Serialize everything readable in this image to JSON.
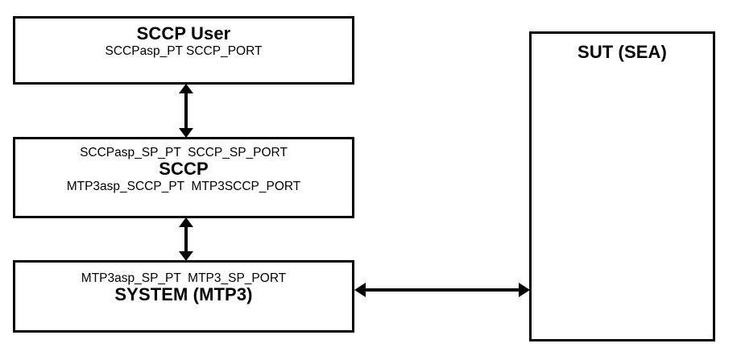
{
  "diagram": {
    "kind": "block-diagram",
    "background_color": "#ffffff",
    "line_color": "#000000",
    "boxes": {
      "sccp_user": {
        "title": "SCCP User",
        "ports_line": "SCCPasp_PT SCCP_PORT"
      },
      "sccp": {
        "title": "SCCP",
        "upper_ports_line": "SCCPasp_SP_PT  SCCP_SP_PORT",
        "lower_ports_line": "MTP3asp_SCCP_PT  MTP3SCCP_PORT"
      },
      "system": {
        "ports_line": "MTP3asp_SP_PT  MTP3_SP_PORT",
        "title": "SYSTEM (MTP3)"
      },
      "sut": {
        "title": "SUT (SEA)"
      }
    },
    "connectors": [
      {
        "name": "sccp-user-to-sccp",
        "orientation": "vertical",
        "style": "double-headed-arrow",
        "from": "sccp_user",
        "to": "sccp"
      },
      {
        "name": "sccp-to-system",
        "orientation": "vertical",
        "style": "double-headed-arrow",
        "from": "sccp",
        "to": "system"
      },
      {
        "name": "system-to-sut",
        "orientation": "horizontal",
        "style": "double-headed-arrow",
        "from": "system",
        "to": "sut"
      }
    ]
  }
}
